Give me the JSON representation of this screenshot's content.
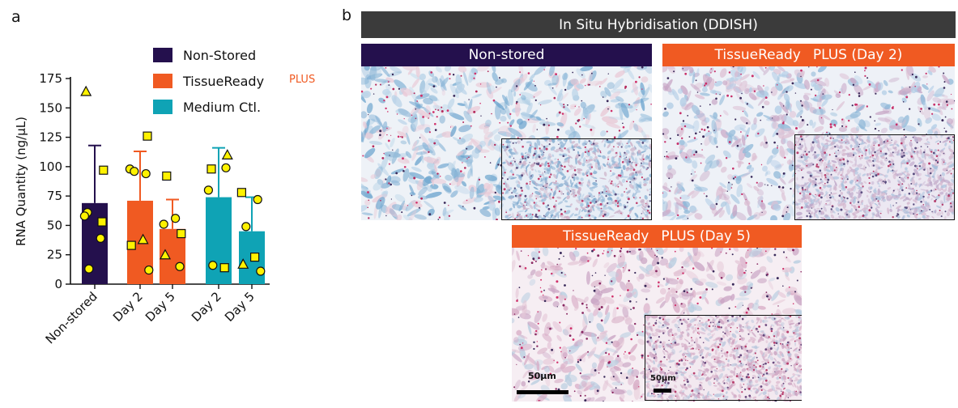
{
  "chart_data": {
    "type": "bar",
    "panel_label": "a",
    "ylabel": "RNA Quantity (ng/µL)",
    "ylim": [
      0,
      175
    ],
    "yticks": [
      0,
      25,
      50,
      75,
      100,
      125,
      150,
      175
    ],
    "categories": [
      "Non-stored",
      "Day 2",
      "Day 5",
      "Day 2",
      "Day 5"
    ],
    "legend": [
      {
        "label": "Non-Stored",
        "color": "#24104d"
      },
      {
        "label": "TissueReady",
        "suffix": "PLUS",
        "color": "#f05a22"
      },
      {
        "label": "Medium Ctl.",
        "color": "#0fa3b5"
      }
    ],
    "legend_position": "top-right",
    "grid": false,
    "bars": [
      {
        "category": "Non-stored",
        "group": "Non-Stored",
        "color": "#24104d",
        "mean": 69,
        "sd_upper": 118,
        "points": [
          {
            "shape": "triangle",
            "y": 164
          },
          {
            "shape": "square",
            "y": 97
          },
          {
            "shape": "circle",
            "y": 61
          },
          {
            "shape": "square",
            "y": 53
          },
          {
            "shape": "circle",
            "y": 58
          },
          {
            "shape": "circle",
            "y": 39
          },
          {
            "shape": "circle",
            "y": 13
          }
        ]
      },
      {
        "category": "Day 2",
        "group": "TissueReady",
        "color": "#f05a22",
        "mean": 71,
        "sd_upper": 113,
        "points": [
          {
            "shape": "square",
            "y": 126
          },
          {
            "shape": "circle",
            "y": 98
          },
          {
            "shape": "circle",
            "y": 94
          },
          {
            "shape": "circle",
            "y": 96
          },
          {
            "shape": "triangle",
            "y": 38
          },
          {
            "shape": "square",
            "y": 33
          },
          {
            "shape": "circle",
            "y": 12
          }
        ]
      },
      {
        "category": "Day 5",
        "group": "TissueReady",
        "color": "#f05a22",
        "mean": 47,
        "sd_upper": 72,
        "points": [
          {
            "shape": "square",
            "y": 92
          },
          {
            "shape": "circle",
            "y": 56
          },
          {
            "shape": "circle",
            "y": 51
          },
          {
            "shape": "square",
            "y": 43
          },
          {
            "shape": "triangle",
            "y": 25
          },
          {
            "shape": "circle",
            "y": 15
          }
        ]
      },
      {
        "category": "Day 2",
        "group": "Medium Ctl.",
        "color": "#0fa3b5",
        "mean": 74,
        "sd_upper": 116,
        "points": [
          {
            "shape": "triangle",
            "y": 110
          },
          {
            "shape": "square",
            "y": 98
          },
          {
            "shape": "circle",
            "y": 99
          },
          {
            "shape": "circle",
            "y": 80
          },
          {
            "shape": "square",
            "y": 14
          },
          {
            "shape": "circle",
            "y": 16
          }
        ]
      },
      {
        "category": "Day 5",
        "group": "Medium Ctl.",
        "color": "#0fa3b5",
        "mean": 45,
        "sd_upper": 74,
        "points": [
          {
            "shape": "square",
            "y": 78
          },
          {
            "shape": "circle",
            "y": 72
          },
          {
            "shape": "circle",
            "y": 49
          },
          {
            "shape": "square",
            "y": 23
          },
          {
            "shape": "triangle",
            "y": 17
          },
          {
            "shape": "circle",
            "y": 11
          }
        ]
      }
    ],
    "point_color": "#fff200"
  },
  "panel_b": {
    "panel_label": "b",
    "title": "In Situ Hybridisation (DDISH)",
    "title_color": "#3b3b3b",
    "images": [
      {
        "banner": "Non-stored",
        "banner_suffix": "",
        "banner_tail": "",
        "banner_color": "#24104d"
      },
      {
        "banner": "TissueReady",
        "banner_suffix": "",
        "banner_tail": "PLUS (Day 2)",
        "banner_color": "#f05a22"
      },
      {
        "banner": "TissueReady",
        "banner_suffix": "",
        "banner_tail": "PLUS (Day 5)",
        "banner_color": "#f05a22"
      }
    ],
    "scalebar_main": "50µm",
    "scalebar_inset": "50µm",
    "icons": [
      "histology-image",
      "histology-inset-image"
    ]
  }
}
